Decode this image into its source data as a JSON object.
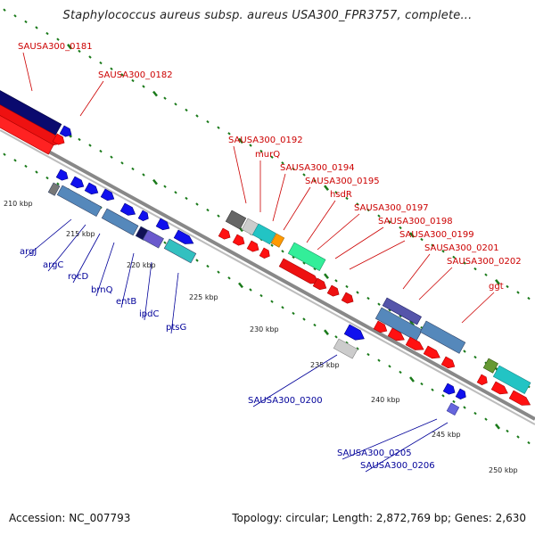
{
  "title": "Staphylococcus aureus subsp. aureus USA300_FPR3757, complete...",
  "accession": "Accession: NC_007793",
  "topology": "Topology: circular; Length: 2,872,769 bp; Genes: 2,630",
  "colors": {
    "backbone": "#888888",
    "forward_cds": "#ff0000",
    "reverse_cds": "#0000ff",
    "tick": "#1a7a1a",
    "label_forward": "#cc0000",
    "label_reverse": "#000099"
  },
  "ticks": [
    {
      "label": "210 kbp"
    },
    {
      "label": "215 kbp"
    },
    {
      "label": "220 kbp"
    },
    {
      "label": "225 kbp"
    },
    {
      "label": "230 kbp"
    },
    {
      "label": "235 kbp"
    },
    {
      "label": "240 kbp"
    },
    {
      "label": "245 kbp"
    },
    {
      "label": "250 kbp"
    }
  ],
  "gene_labels": [
    {
      "text": "SAUSA300_0181",
      "strand": "forward"
    },
    {
      "text": "SAUSA300_0182",
      "strand": "forward"
    },
    {
      "text": "SAUSA300_0192",
      "strand": "forward"
    },
    {
      "text": "murQ",
      "strand": "forward"
    },
    {
      "text": "SAUSA300_0194",
      "strand": "forward"
    },
    {
      "text": "SAUSA300_0195",
      "strand": "forward"
    },
    {
      "text": "hsdR",
      "strand": "forward"
    },
    {
      "text": "SAUSA300_0197",
      "strand": "forward"
    },
    {
      "text": "SAUSA300_0198",
      "strand": "forward"
    },
    {
      "text": "SAUSA300_0199",
      "strand": "forward"
    },
    {
      "text": "SAUSA300_0201",
      "strand": "forward"
    },
    {
      "text": "SAUSA300_0202",
      "strand": "forward"
    },
    {
      "text": "ggt",
      "strand": "forward"
    },
    {
      "text": "argJ",
      "strand": "reverse"
    },
    {
      "text": "argC",
      "strand": "reverse"
    },
    {
      "text": "rocD",
      "strand": "reverse"
    },
    {
      "text": "brnQ",
      "strand": "reverse"
    },
    {
      "text": "entB",
      "strand": "reverse"
    },
    {
      "text": "ipdC",
      "strand": "reverse"
    },
    {
      "text": "ptsG",
      "strand": "reverse"
    },
    {
      "text": "SAUSA300_0200",
      "strand": "reverse"
    },
    {
      "text": "SAUSA300_0205",
      "strand": "reverse"
    },
    {
      "text": "SAUSA300_0206",
      "strand": "reverse"
    }
  ]
}
